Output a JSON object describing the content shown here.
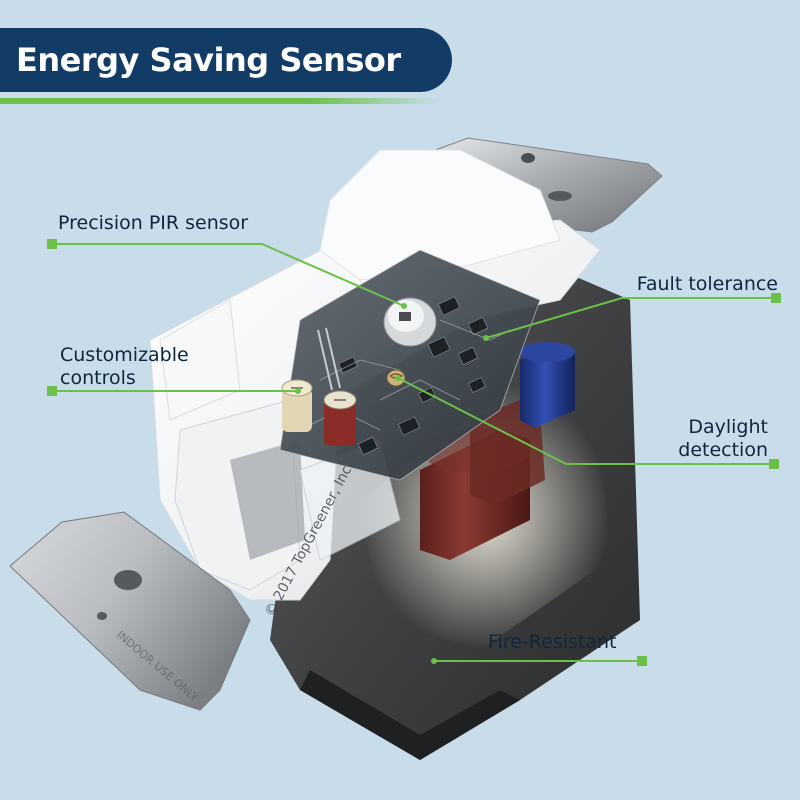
{
  "title": "Energy Saving Sensor",
  "callouts": {
    "pir": "Precision PIR sensor",
    "controls_line1": "Customizable",
    "controls_line2": "controls",
    "fault": "Fault tolerance",
    "daylight_line1": "Daylight",
    "daylight_line2": "detection",
    "fire": "Fire-Resistant"
  },
  "copyright": "© 2017 TopGreener, Inc.",
  "colors": {
    "background": "#c9dcea",
    "banner": "#123c66",
    "accent_green": "#6cc04a",
    "text": "#10263b"
  }
}
